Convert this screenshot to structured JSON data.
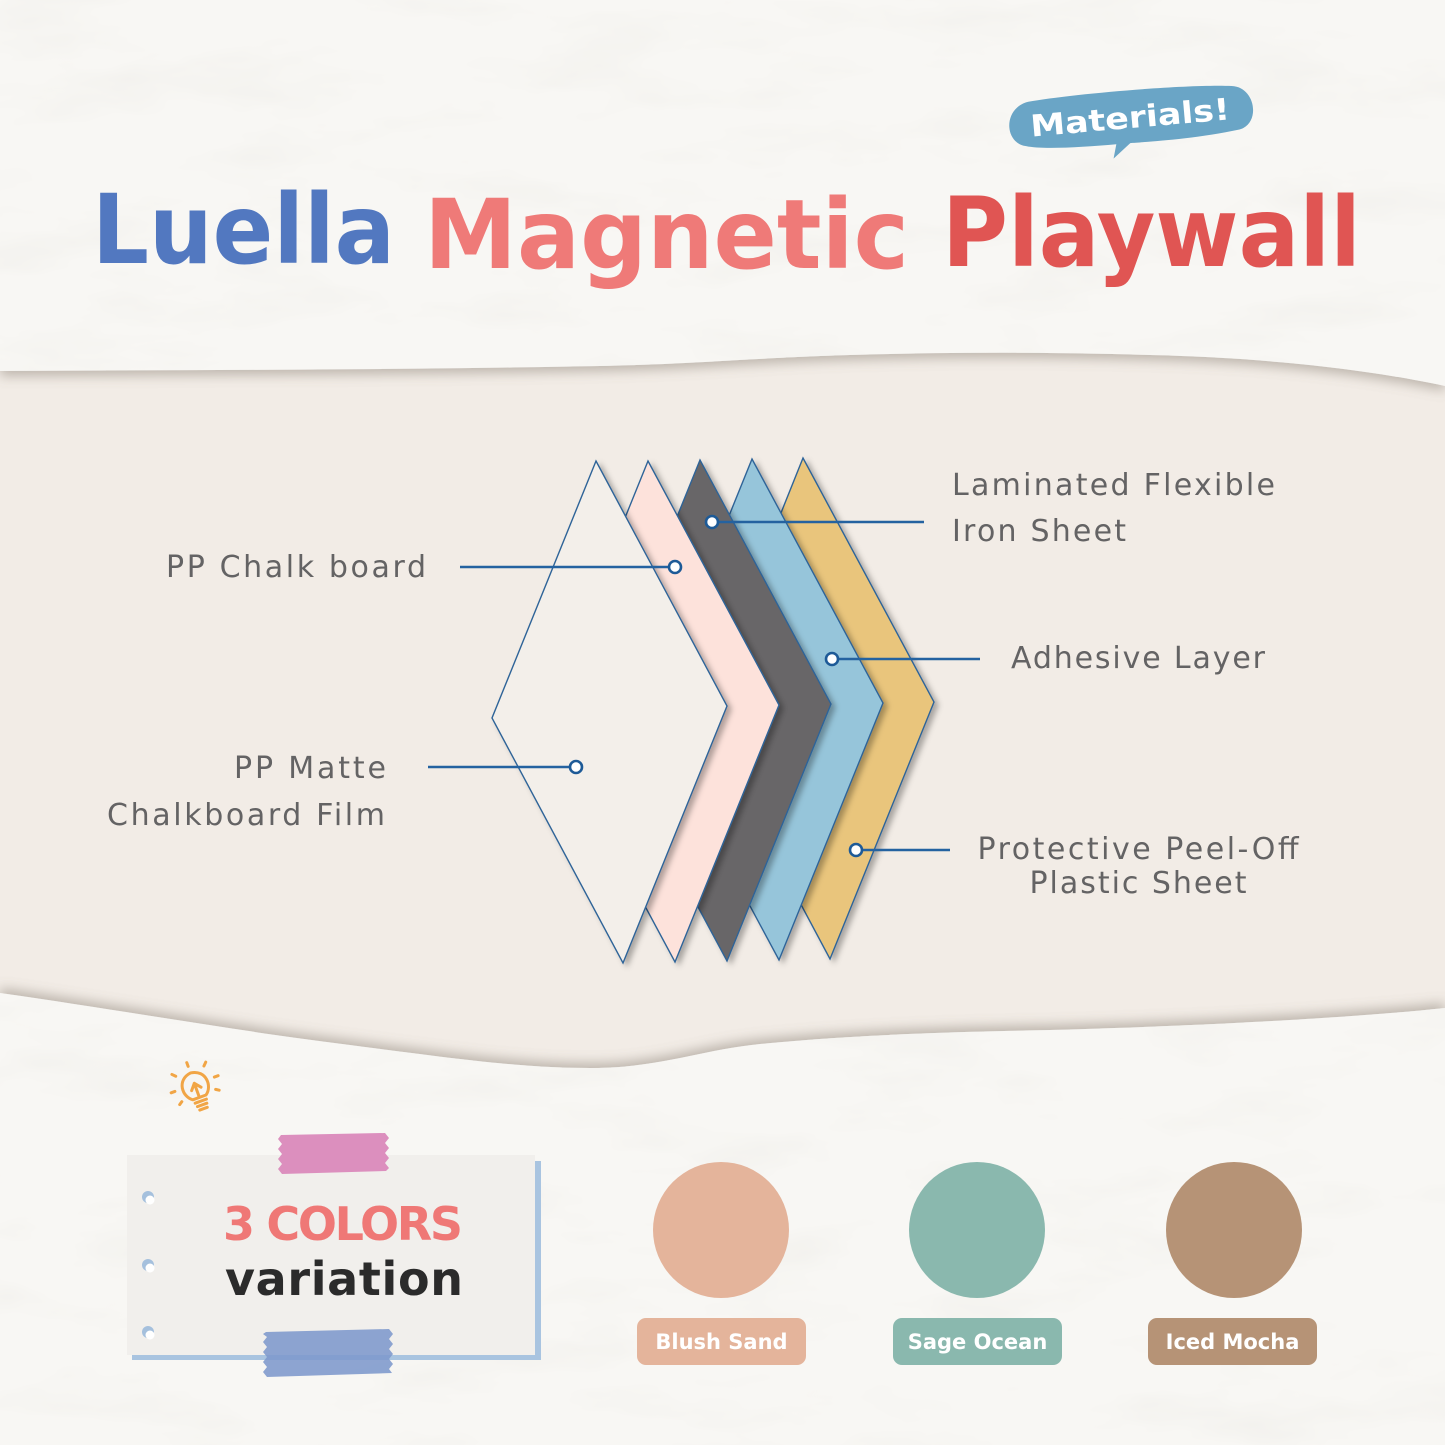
{
  "header": {
    "badge": "Materials!",
    "badge_color": "#6aa5c6",
    "title_words": [
      {
        "text": "Luella",
        "color": "#5278c0"
      },
      {
        "text": "Magnetic",
        "color": "#ef7a78"
      },
      {
        "text": "Playwall",
        "color": "#e05553"
      }
    ]
  },
  "layers_diagram": {
    "layers": [
      {
        "label_lines": [
          "PP Matte",
          "Chalkboard Film"
        ],
        "color": "#f3efea"
      },
      {
        "label_lines": [
          "PP Chalk board"
        ],
        "color": "#fde2db"
      },
      {
        "label_lines": [
          "Laminated Flexible",
          "Iron Sheet"
        ],
        "color": "#676667"
      },
      {
        "label_lines": [
          "Adhesive Layer"
        ],
        "color": "#96c5da"
      },
      {
        "label_lines": [
          "Protective Peel-Off",
          "Plastic Sheet"
        ],
        "color": "#e9c57b"
      }
    ],
    "callout_color": "#1f5e9c"
  },
  "variations": {
    "icon": "lightbulb-icon",
    "heading": "3 COLORS",
    "subheading": "variation",
    "colors": [
      {
        "name": "Blush Sand",
        "hex": "#e4b49b"
      },
      {
        "name": "Sage Ocean",
        "hex": "#8ab8ae"
      },
      {
        "name": "Iced Mocha",
        "hex": "#b69376"
      }
    ]
  }
}
